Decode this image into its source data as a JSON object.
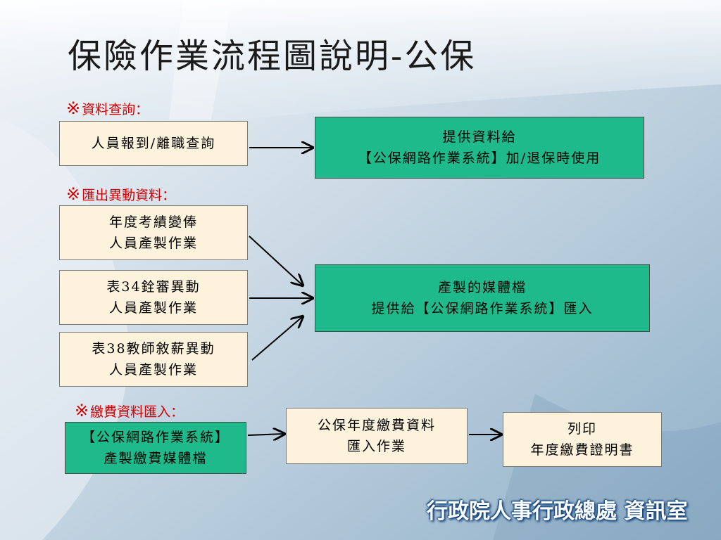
{
  "slide": {
    "title": "保險作業流程圖說明-公保",
    "footer": "行政院人事行政總處 資訊室"
  },
  "sections": [
    {
      "mark": "※",
      "label": "資料查詢："
    },
    {
      "mark": "※",
      "label": "匯出異動資料："
    },
    {
      "mark": "※",
      "label": "繳費資料匯入："
    }
  ],
  "boxes": {
    "query": {
      "lines": [
        "人員報到/離職查詢"
      ]
    },
    "provide": {
      "lines": [
        "提供資料給",
        "【公保網路作業系統】加/退保時使用"
      ]
    },
    "perf": {
      "lines": [
        "年度考績變俸",
        "人員產製作業"
      ]
    },
    "t34": {
      "lines": [
        "表34銓審異動",
        "人員產製作業"
      ]
    },
    "t38": {
      "lines": [
        "表38教師敘薪異動",
        "人員產製作業"
      ]
    },
    "media": {
      "lines": [
        "產製的媒體檔",
        "提供給【公保網路作業系統】匯入"
      ]
    },
    "sysfee": {
      "lines": [
        "【公保網路作業系統】",
        "產製繳費媒體檔"
      ]
    },
    "import": {
      "lines": [
        "公保年度繳費資料",
        "匯入作業"
      ]
    },
    "print": {
      "lines": [
        "列印",
        "年度繳費證明書"
      ]
    }
  },
  "colors": {
    "box_fill": "#fdf3dc",
    "highlight_fill": "#1fba8c",
    "section_label": "#d40000",
    "footer_text": "#ffffff"
  }
}
